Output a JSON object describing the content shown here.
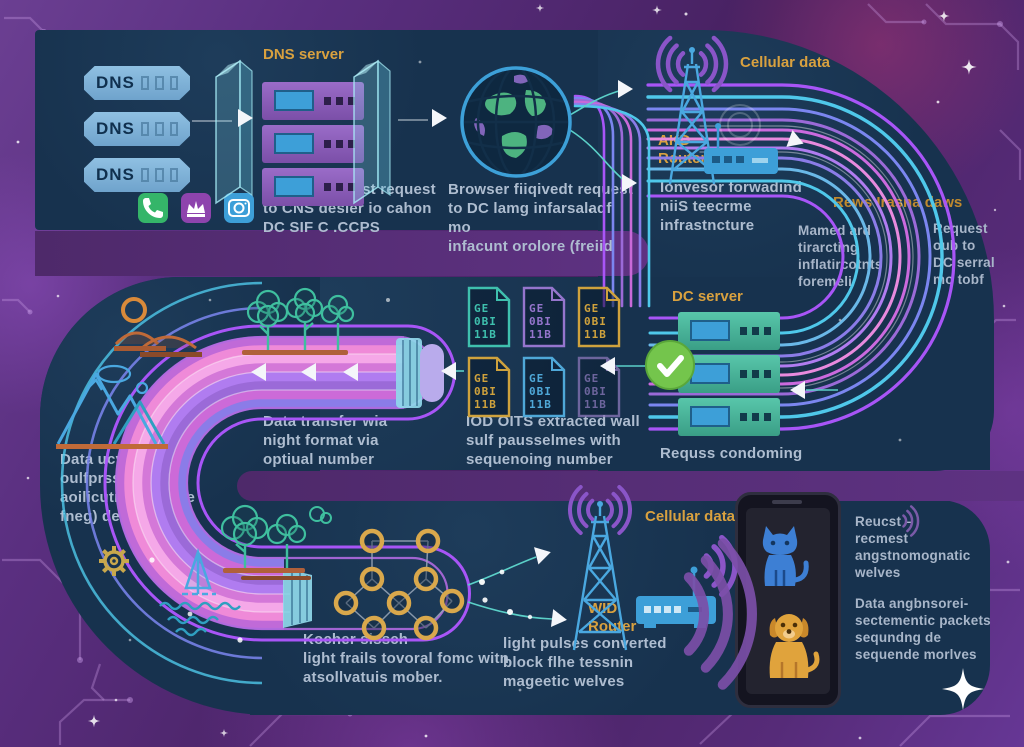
{
  "colors": {
    "accent_orange": "#d9a13f",
    "header_orange": "#c08a2e",
    "caption_gray": "#aebdd0",
    "panel_navy": "#17324e",
    "bg_purple": "#55296f",
    "cable_purple": "#a855f7",
    "cable_cyan": "#4fc8ea",
    "cable_pink": "#e88ade",
    "server_purple": "#8a5fb8",
    "server_teal": "#45b89c",
    "check_green": "#74c54c",
    "tower_blue": "#4aa8e0",
    "wifi_purple": "#8a55c8",
    "node_gold": "#d9a84c",
    "cat_blue": "#3d7fd4",
    "dog_gold": "#e0a33c"
  },
  "top": {
    "dns_pill_label": "DNS",
    "dns_server_label": "DNS server",
    "caption_browser_dns": "Browser requst request\nto CNS desler io cahon\nDC SIF C .CCPS",
    "caption_browser_dc": "Browser fiiqivedt request\nto DC lamg infarsaladf mo\ninfacunt orolore (freiid",
    "cellular_label": "Cellular data",
    "router_label": "AKD\nRouter",
    "caption_isp": "Ionvesor forwadind\nniiS teecrme\ninfrastncture"
  },
  "right": {
    "header": "Rews Irasna daws",
    "caption_named": "Mamed ard\ntirarcting\ninflatircotnts\nforemeli",
    "caption_request": "Request\noub to\nDC serral\nmo tobf"
  },
  "dc": {
    "label": "DC server",
    "caption": "Requss condoming"
  },
  "middle": {
    "caption_transfer": "Data transfer wia\nnight format via\noptiual number",
    "caption_extracted": "IOD OITS extracted wall\nsulf pausselmes with\nsequenoing number",
    "caption_fiber": "Data ucver wush\noulfprsserif irid\naoilicutmn on ame\nfneg) demest",
    "doc_lines": [
      "GE",
      "0BI",
      "11B"
    ]
  },
  "bottom": {
    "caption_kocher": "Kocher sissch\nlight frails tovoral fomc witn\natsollvatuis mober.",
    "cellular_label": "Cellular data",
    "router_label": "WID\nRouter",
    "caption_light": "light pulses converted\nblock flhe tessnin\nmageetic welves",
    "caption_request": "Reucst –\nrecmest\nangstnomognatic\nwelves",
    "caption_data": "Data angbnsorei-\nsectementic packets\nsequndng de\nsequende morlves"
  }
}
